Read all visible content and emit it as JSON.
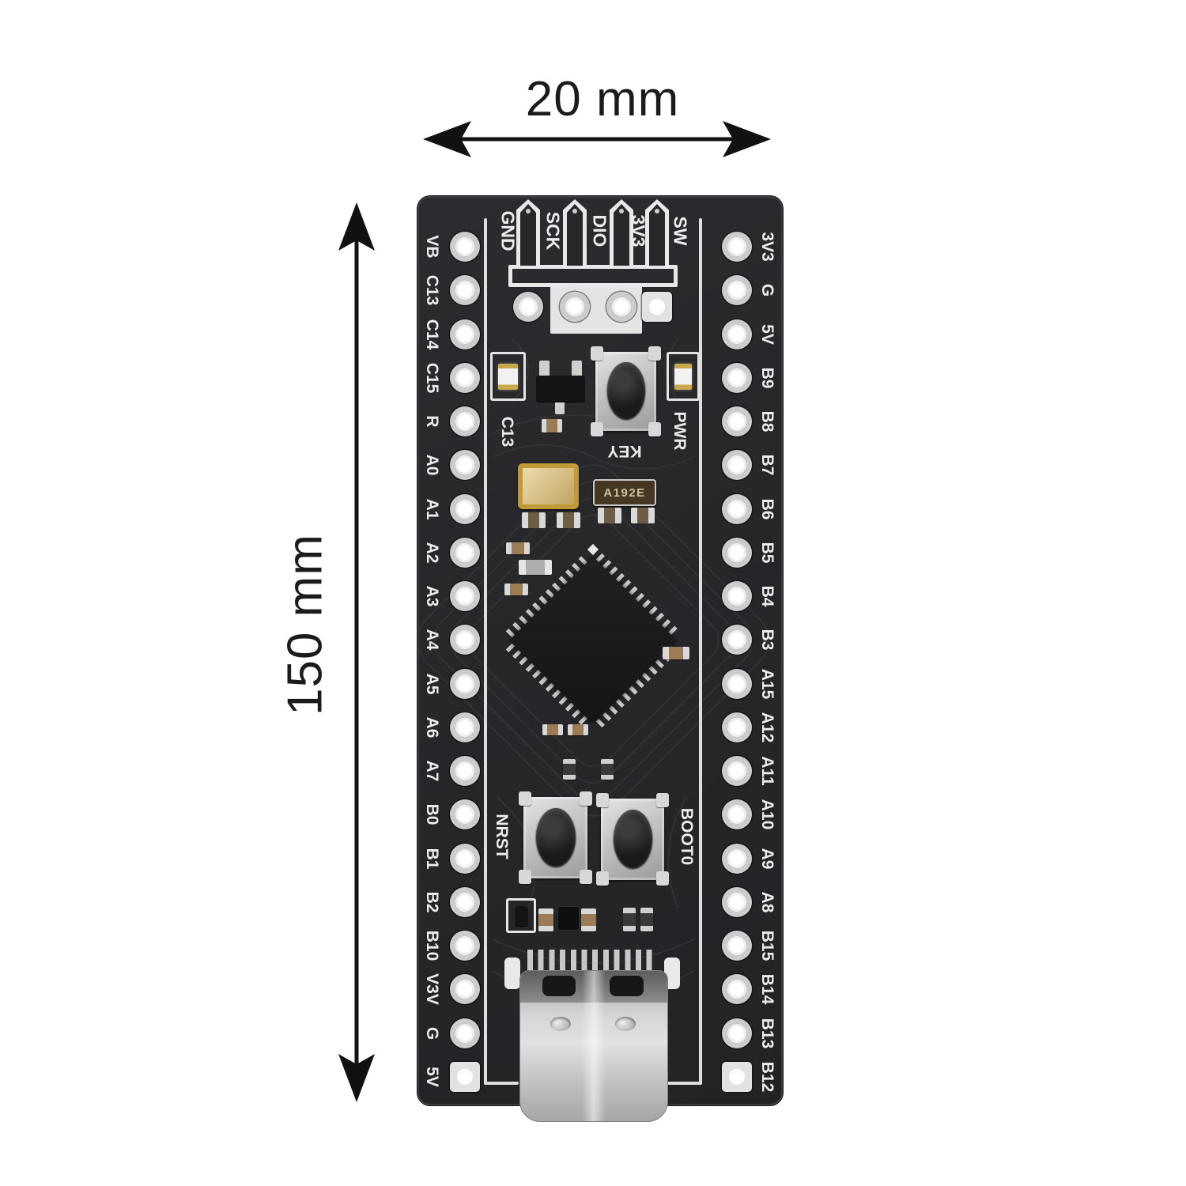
{
  "dimensions": {
    "width": "20 mm",
    "height": "150 mm"
  },
  "board": {
    "left_pin_labels": [
      "VB",
      "C13",
      "C14",
      "C15",
      "R",
      "A0",
      "A1",
      "A2",
      "A3",
      "A4",
      "A5",
      "A6",
      "A7",
      "B0",
      "B1",
      "B2",
      "B10",
      "V3V",
      "G",
      "5V"
    ],
    "right_pin_labels": [
      "3V3",
      "G",
      "5V",
      "B9",
      "B8",
      "B7",
      "B6",
      "B5",
      "B4",
      "B3",
      "A15",
      "A12",
      "A11",
      "A10",
      "A9",
      "A8",
      "B15",
      "B14",
      "B13",
      "B12"
    ],
    "swd_header_labels": [
      "GND",
      "SCK",
      "DIO",
      "3V3",
      "SW"
    ],
    "silkscreen": {
      "status_led": "C13",
      "user_button": "KEY",
      "power_led": "PWR",
      "reset_button": "NRST",
      "boot_button": "BOOT0"
    },
    "markings": {
      "lse_crystal": "A192E"
    },
    "colors": {
      "background": "#ffffff",
      "annotation": "#111111",
      "pcb": "#28282b",
      "silkscreen": "#e8e8e8",
      "pad": "#d2d2d2",
      "crystal_gold": "#bf9a36",
      "usb_metal": "#c6c6c6"
    }
  }
}
